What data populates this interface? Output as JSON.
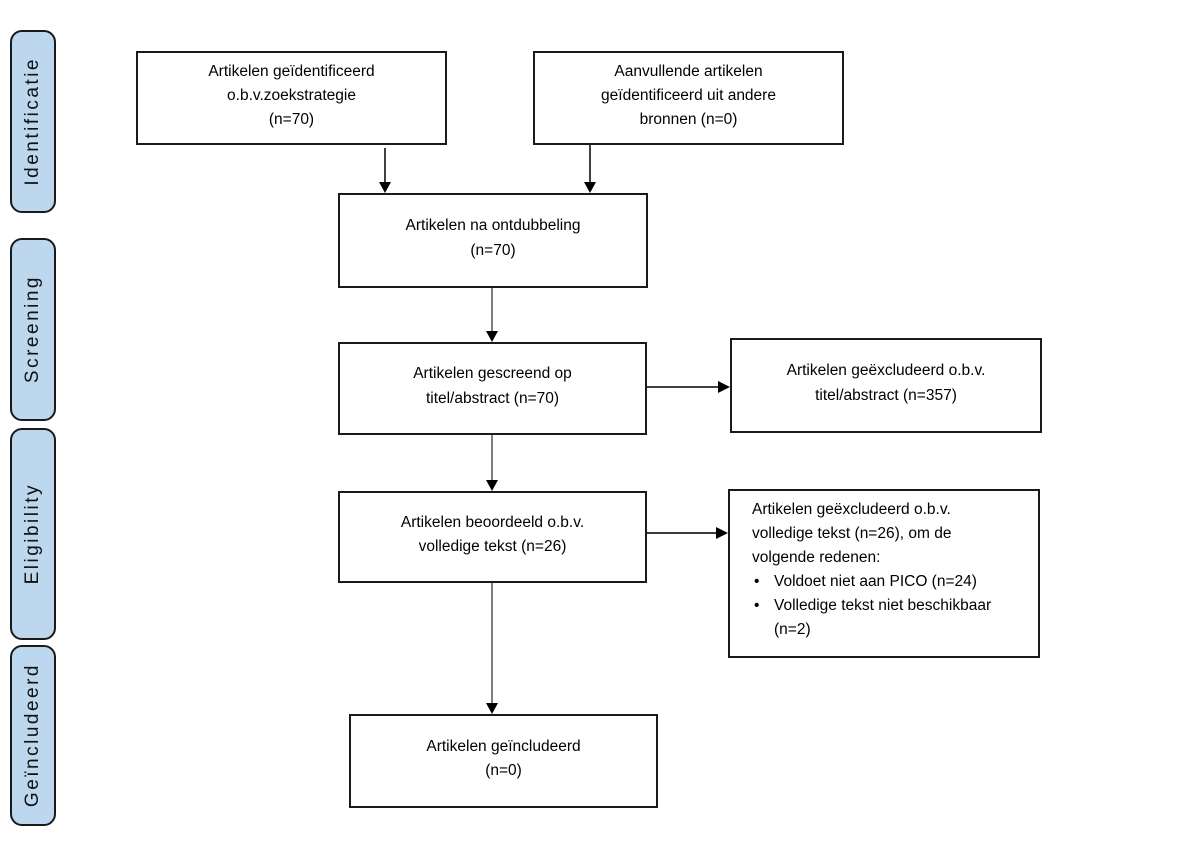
{
  "diagram_type": "prisma-flowchart",
  "stages": {
    "identification": {
      "label": "Identificatie"
    },
    "screening": {
      "label": "Screening"
    },
    "eligibility": {
      "label": "Eligibility"
    },
    "included": {
      "label": "Geïncludeerd"
    }
  },
  "boxes": {
    "identified": {
      "text": "Artikelen geïdentificeerd\no.b.v.zoekstrategie\n(n=70)"
    },
    "additional": {
      "text": "Aanvullende artikelen\ngeïdentificeerd uit andere\nbronnen (n=0)"
    },
    "dedup": {
      "text": "Artikelen na ontdubbeling\n(n=70)"
    },
    "screened": {
      "text": "Artikelen gescreend op\ntitel/abstract (n=70)"
    },
    "excluded_title": {
      "text": "Artikelen geëxcludeerd o.b.v.\ntitel/abstract (n=357)"
    },
    "assessed": {
      "text": "Artikelen beoordeeld o.b.v.\nvolledige tekst (n=26)"
    },
    "excluded_fulltext": {
      "intro": "Artikelen geëxcludeerd o.b.v.\nvolledige tekst (n=26), om de\nvolgende redenen:",
      "bullet_glyph": "•",
      "bullets": [
        "Voldoet niet aan PICO (n=24)",
        "Volledige tekst niet beschikbaar (n=2)"
      ]
    },
    "included": {
      "text": "Artikelen geïncludeerd\n(n=0)"
    }
  },
  "counts": {
    "identified": 70,
    "additional_sources": 0,
    "after_deduplication": 70,
    "screened_title_abstract": 70,
    "excluded_title_abstract": 357,
    "fulltext_assessed": 26,
    "excluded_fulltext": 26,
    "excluded_not_pico": 24,
    "excluded_fulltext_unavailable": 2,
    "included": 0
  },
  "colors": {
    "stage_fill": "#bdd7ee",
    "stage_border": "#1a1a1a",
    "box_fill": "#ffffff",
    "box_border": "#1a1a1a",
    "arrow_gray": "#7f7f7f",
    "arrow_black": "#000000",
    "background": "#ffffff"
  }
}
